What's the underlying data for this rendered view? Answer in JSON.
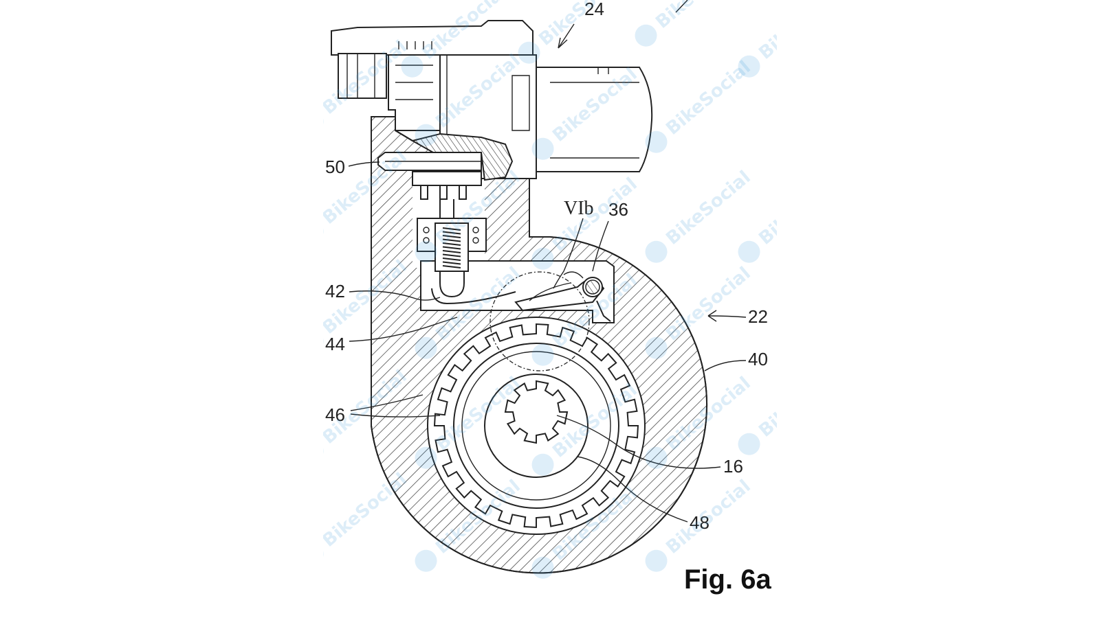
{
  "figure": {
    "caption": "Fig. 6a",
    "section_marker": "VIb",
    "reference_numerals": [
      "24",
      "50",
      "36",
      "42",
      "22",
      "44",
      "40",
      "46",
      "16",
      "48"
    ]
  },
  "watermark": {
    "text": "BikeSocial"
  },
  "colors": {
    "background": "#ffffff",
    "line": "#222222",
    "watermark": "#3a9ad9"
  }
}
